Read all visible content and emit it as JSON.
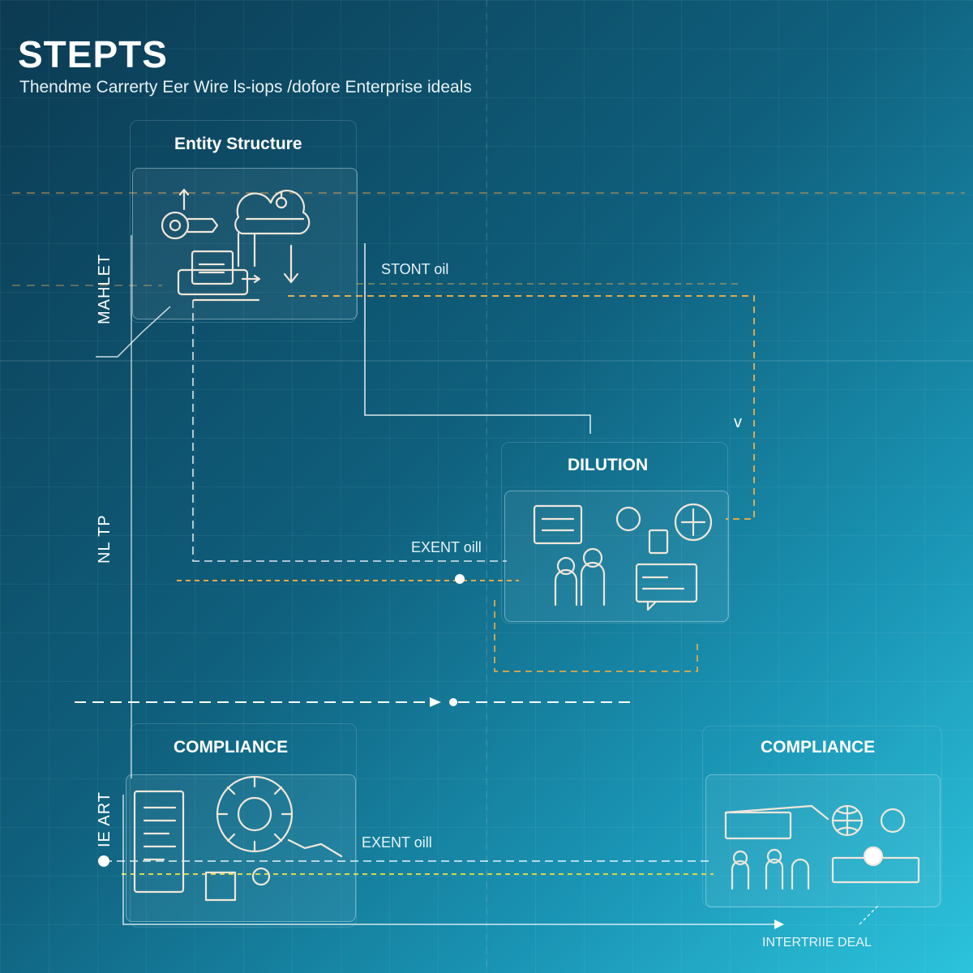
{
  "header": {
    "title": "STEPTS",
    "subtitle": "Thendme Carrerty Eer Wire ls-iops /dofore Enterprise ideals"
  },
  "nodes": {
    "entity": {
      "title": "Entity Structure"
    },
    "dilution": {
      "title": "DILUTION"
    },
    "compliance_left": {
      "title": "COMPLIANCE"
    },
    "compliance_right": {
      "title": "COMPLIANCE"
    }
  },
  "connectors": {
    "stont": "STONT oil",
    "exent_mid": "EXENT oill",
    "exent_low": "EXENT oill",
    "interprise": "INTERTRIIE DEAL"
  },
  "side_labels": {
    "top": "MAHLET",
    "mid": "NL TP",
    "low": "IE ART"
  },
  "colors": {
    "accent_line": "#ffffff",
    "dashed_gold": "#e0a94a",
    "dashed_yellow": "#d6d64a"
  }
}
